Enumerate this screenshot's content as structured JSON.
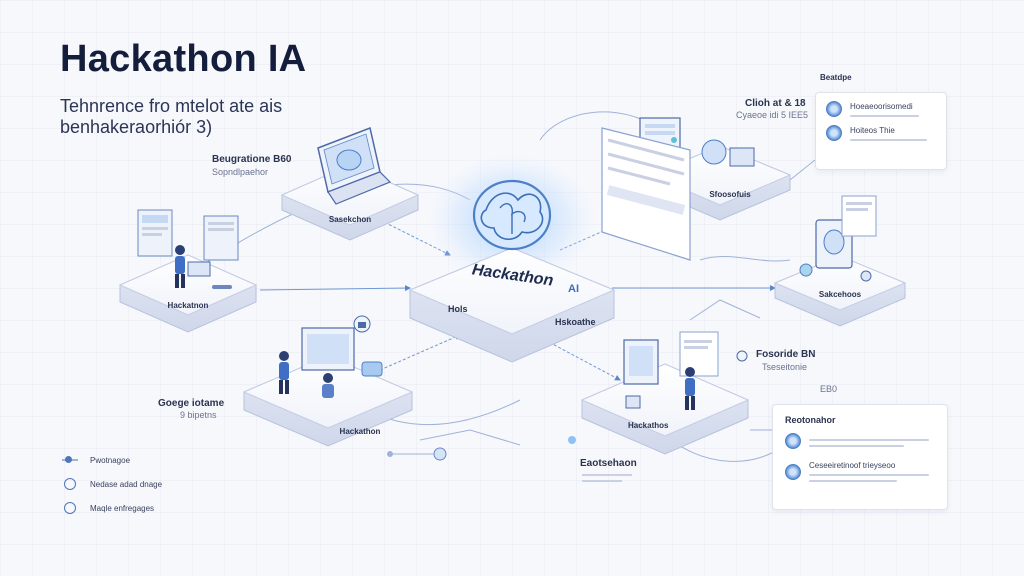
{
  "header": {
    "title": "Hackathon IA",
    "subtitle_line1": "Tehnrence  fro mtelot ate ais",
    "subtitle_line2": "benhakeraorhiór 3)"
  },
  "center": {
    "brand": "Hackathon",
    "brand_suffix": "AI",
    "base_label": "Hols",
    "side_label": "Hskoathe"
  },
  "nodes": {
    "top_left": {
      "title": "Beugratione B60",
      "sub": "Sopndlpaehor",
      "base": "Sasekchon"
    },
    "left": {
      "base": "Hackatnon"
    },
    "bottom_left": {
      "title": "Goege iotame",
      "sub": "9 bipetns",
      "base": "Hackathon"
    },
    "top_right": {
      "title": "Clioh at & 18",
      "sub": "Cyaeoe idi 5 IEE5",
      "base": "Sfoosofuis"
    },
    "right": {
      "base": "Sakcehoos"
    },
    "bottom_right": {
      "title": "Fosoride BN",
      "sub": "Tseseitonie",
      "extra": "EB0",
      "base": "Hackathos"
    }
  },
  "annotations": {
    "under_bottom_right": "Eaotsehaon"
  },
  "panels": {
    "top_right": {
      "title": "Beatdpe",
      "items": [
        {
          "text": "Hoeaeoorisomedi"
        },
        {
          "text": "Hoiteos Thie"
        }
      ]
    },
    "bottom_right": {
      "title": "Reotonahor",
      "items": [
        {
          "text": ""
        },
        {
          "text": "Ceseeiretinoof trieyseoo"
        }
      ]
    }
  },
  "legend": {
    "items": [
      {
        "label": "Pwotnagoe",
        "icon": "dot-line-icon"
      },
      {
        "label": "Nedase adad dnage",
        "icon": "circle-node-icon"
      },
      {
        "label": "Maqle enfregages",
        "icon": "circle-node-icon"
      }
    ]
  },
  "colors": {
    "accent": "#4d7fc6",
    "glow": "#8fc1f5",
    "platform": "#ffffff",
    "platform_edge": "#c9d2e8",
    "text_dark": "#141d3c"
  }
}
